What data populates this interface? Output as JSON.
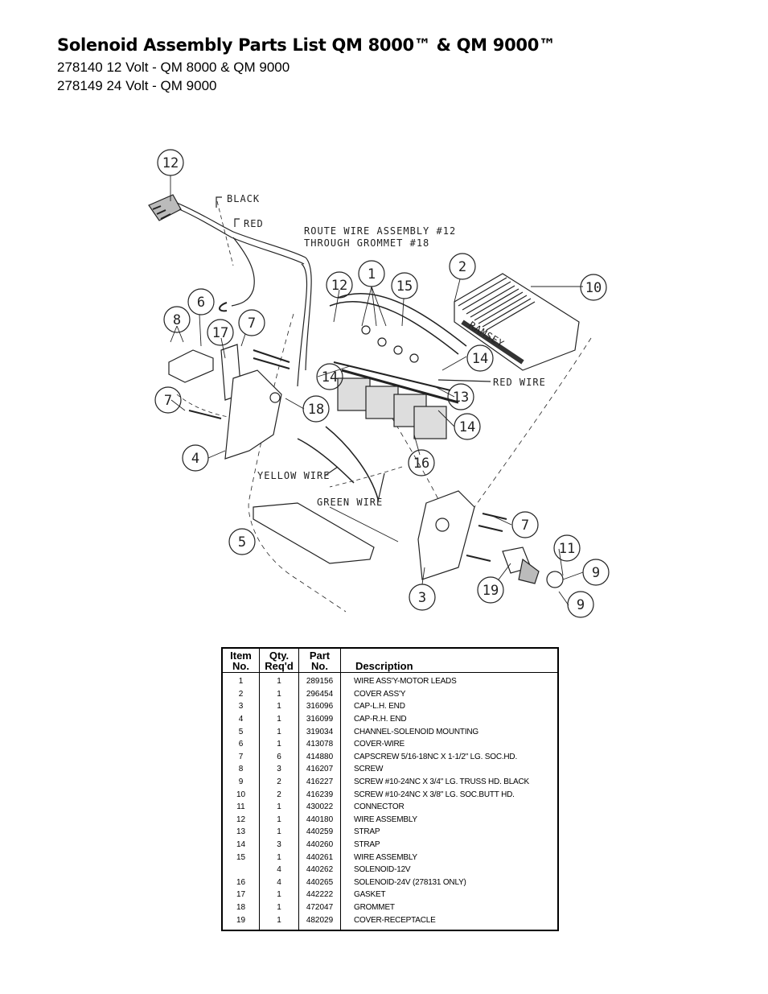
{
  "header": {
    "title": "Solenoid Assembly Parts List QM 8000™ & QM 9000™",
    "line1": "278140 12 Volt - QM 8000 & QM 9000",
    "line2": "278149 24 Volt - QM 9000"
  },
  "diagram": {
    "labels": {
      "black": "BLACK",
      "red": "RED",
      "route1": "ROUTE WIRE ASSEMBLY #12",
      "route2": "THROUGH GROMMET #18",
      "red_wire": "RED WIRE",
      "yellow_wire": "YELLOW WIRE",
      "green_wire": "GREEN WIRE",
      "brand": "RAMSEY"
    },
    "callouts": [
      "12",
      "1",
      "12",
      "15",
      "2",
      "10",
      "6",
      "8",
      "17",
      "7",
      "14",
      "14",
      "13",
      "14",
      "7",
      "18",
      "4",
      "16",
      "5",
      "7",
      "11",
      "9",
      "19",
      "3",
      "9"
    ]
  },
  "table": {
    "headers": {
      "item": [
        "Item",
        "No."
      ],
      "qty": [
        "Qty.",
        "Req'd"
      ],
      "part": [
        "Part",
        "No."
      ],
      "desc": "Description"
    },
    "rows": [
      {
        "item": "1",
        "qty": "1",
        "part": "289156",
        "desc": "WIRE ASS'Y-MOTOR LEADS"
      },
      {
        "item": "2",
        "qty": "1",
        "part": "296454",
        "desc": "COVER ASS'Y"
      },
      {
        "item": "3",
        "qty": "1",
        "part": "316096",
        "desc": "CAP-L.H. END"
      },
      {
        "item": "4",
        "qty": "1",
        "part": "316099",
        "desc": "CAP-R.H. END"
      },
      {
        "item": "5",
        "qty": "1",
        "part": "319034",
        "desc": "CHANNEL-SOLENOID MOUNTING"
      },
      {
        "item": "6",
        "qty": "1",
        "part": "413078",
        "desc": "COVER-WIRE"
      },
      {
        "item": "7",
        "qty": "6",
        "part": "414880",
        "desc": "CAPSCREW 5/16-18NC X 1-1/2\" LG. SOC.HD."
      },
      {
        "item": "8",
        "qty": "3",
        "part": "416207",
        "desc": "SCREW"
      },
      {
        "item": "9",
        "qty": "2",
        "part": "416227",
        "desc": "SCREW #10-24NC X 3/4\" LG. TRUSS HD. BLACK"
      },
      {
        "item": "10",
        "qty": "2",
        "part": "416239",
        "desc": "SCREW #10-24NC X 3/8\" LG. SOC.BUTT HD."
      },
      {
        "item": "11",
        "qty": "1",
        "part": "430022",
        "desc": "CONNECTOR"
      },
      {
        "item": "12",
        "qty": "1",
        "part": "440180",
        "desc": "WIRE ASSEMBLY"
      },
      {
        "item": "13",
        "qty": "1",
        "part": "440259",
        "desc": "STRAP"
      },
      {
        "item": "14",
        "qty": "3",
        "part": "440260",
        "desc": "STRAP"
      },
      {
        "item": "15",
        "qty": "1",
        "part": "440261",
        "desc": "WIRE ASSEMBLY"
      },
      {
        "item": "",
        "qty": "4",
        "part": "440262",
        "desc": "SOLENOID-12V"
      },
      {
        "item": "16",
        "qty": "4",
        "part": "440265",
        "desc": "SOLENOID-24V (278131 ONLY)"
      },
      {
        "item": "17",
        "qty": "1",
        "part": "442222",
        "desc": "GASKET"
      },
      {
        "item": "18",
        "qty": "1",
        "part": "472047",
        "desc": "GROMMET"
      },
      {
        "item": "19",
        "qty": "1",
        "part": "482029",
        "desc": "COVER-RECEPTACLE"
      }
    ]
  }
}
